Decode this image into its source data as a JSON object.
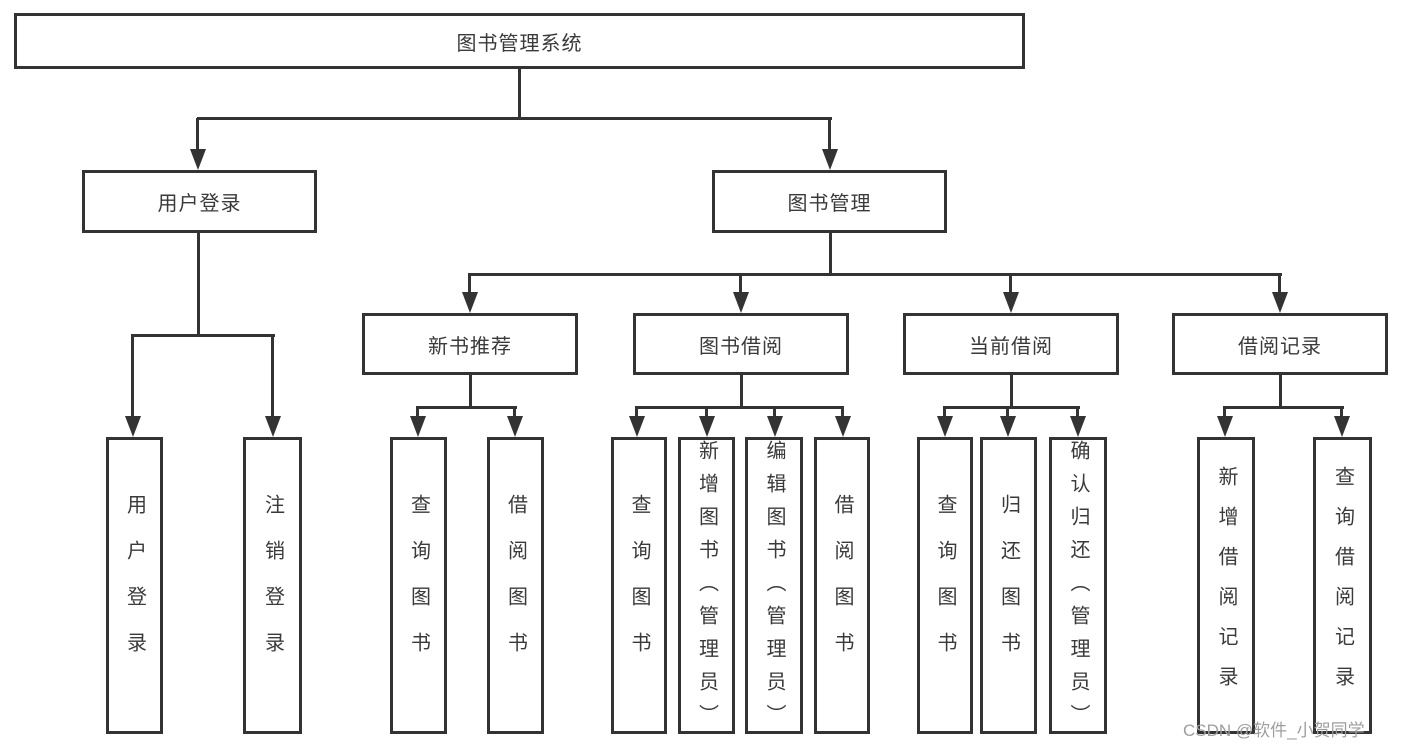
{
  "tree": {
    "root": "图书管理系统",
    "level2": {
      "user_login": "用户登录",
      "book_mgmt": "图书管理"
    },
    "level3": {
      "new_book_rec": "新书推荐",
      "book_borrow": "图书借阅",
      "current_borrow": "当前借阅",
      "borrow_record": "借阅记录"
    },
    "leaves": {
      "user_login": "用户登录",
      "logout": "注销登录",
      "rec_query_book": "查询图书",
      "rec_borrow_book": "借阅图书",
      "bor_query_book": "查询图书",
      "bor_add_book": "新增图书（管理员）",
      "bor_edit_book": "编辑图书（管理员）",
      "bor_borrow_book": "借阅图书",
      "cur_query_book": "查询图书",
      "cur_return_book": "归还图书",
      "cur_confirm_return": "确认归还（管理员）",
      "rec2_add_record": "新增借阅记录",
      "rec2_query_record": "查询借阅记录"
    }
  },
  "watermark": "CSDN @软件_小贺同学",
  "colors": {
    "background": "#ffffff",
    "line": "#333333",
    "box_border": "#333333",
    "text": "#3a3a3a",
    "watermark": "#9e9e9e"
  }
}
